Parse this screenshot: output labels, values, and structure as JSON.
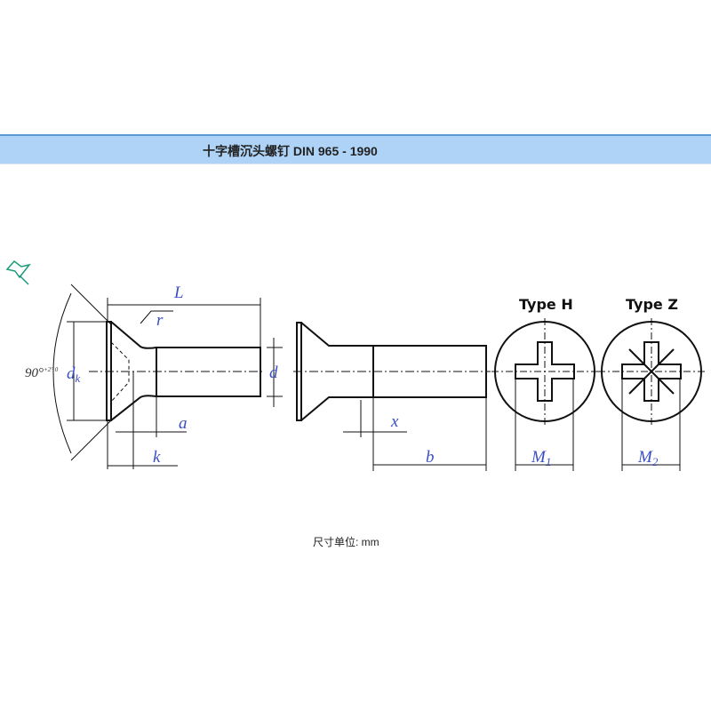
{
  "header": {
    "title": "十字槽沉头螺钉 DIN 965 - 1990"
  },
  "diagram": {
    "labels": {
      "L": "L",
      "r": "r",
      "dk": "d",
      "dk_sub": "k",
      "d": "d",
      "a": "a",
      "k": "k",
      "x": "x",
      "b": "b",
      "angle": "90°",
      "angle_tol": "+2° 0",
      "M1": "M",
      "M1_sub": "1",
      "M2": "M",
      "M2_sub": "2"
    },
    "type_h": "Type H",
    "type_z": "Type Z",
    "pin_icon": "pin-icon"
  },
  "footer": {
    "unit_label": "尺寸单位: mm"
  },
  "colors": {
    "header_bg": "#aed3f7",
    "header_border": "#5b9bd5",
    "label": "#3b4fc4",
    "pin": "#1a9a7a"
  }
}
